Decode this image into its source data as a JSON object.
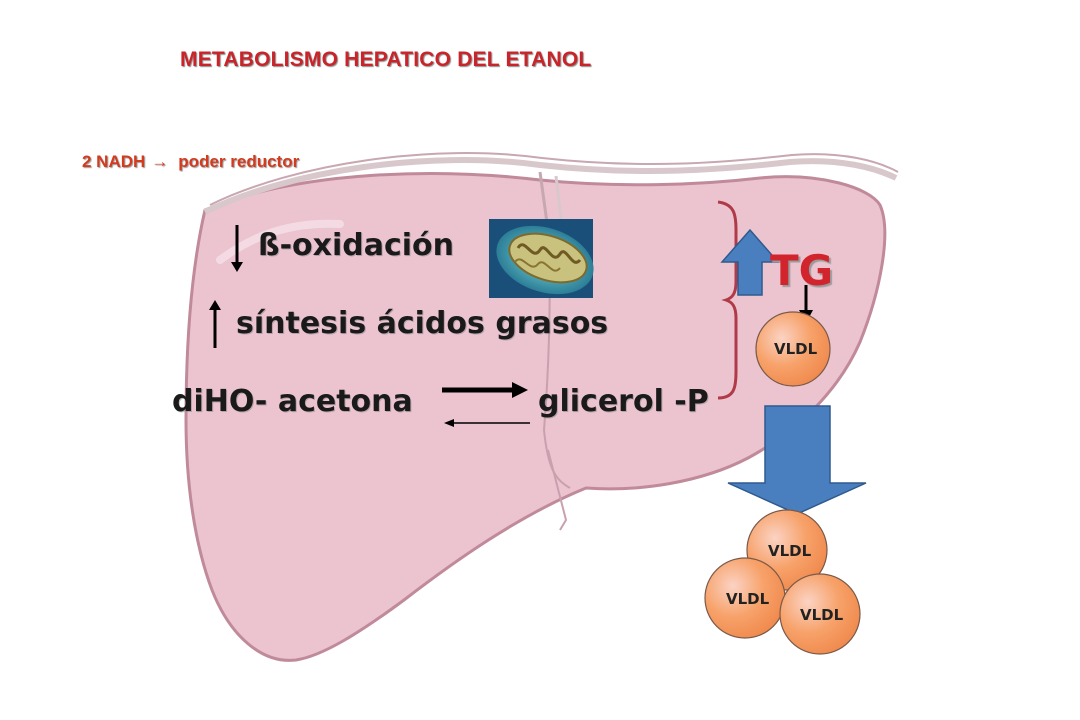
{
  "title": "METABOLISMO HEPATICO DEL ETANOL",
  "nadh": {
    "left": "2 NADH",
    "arrow": "→",
    "right": "poder reductor"
  },
  "processes": {
    "beta_oxidation": "ß-oxidación",
    "fatty_acid_synthesis": "síntesis ácidos grasos",
    "reactant": "diHO- acetona",
    "product": "glicerol -P"
  },
  "tg_label": "TG",
  "vldl_label": "VLDL",
  "colors": {
    "title": "#c8242a",
    "nadh": "#d43a1e",
    "tg": "#d2242c",
    "liver_fill": "#e9bfcc",
    "liver_outline": "#c08a9a",
    "bracket": "#b03a48",
    "block_arrow": "#4a7fbf"
  },
  "icons": [
    "mitochondrion-icon"
  ]
}
